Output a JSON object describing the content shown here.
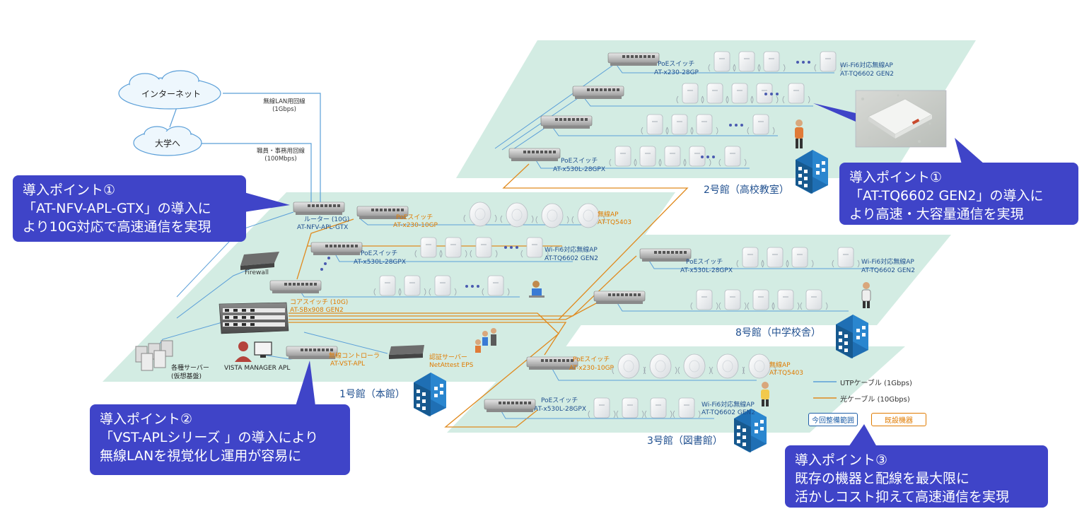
{
  "internet": {
    "label": "インターネット"
  },
  "univ": {
    "label": "大学へ"
  },
  "lines": {
    "wireless_line": "無線LAN用回線",
    "wireless_speed": "(1Gbps)",
    "staff_line": "職員・事務用回線",
    "staff_speed": "(100Mbps)"
  },
  "bldg1": {
    "name": "1号館（本館）",
    "router": {
      "title": "ルーター (10G)",
      "model": "AT-NFV-APL-GTX"
    },
    "poe1": {
      "title": "PoEスイッチ",
      "model": "AT-x230-10GP"
    },
    "ap1": {
      "title": "無線AP",
      "model": "AT-TQ5403"
    },
    "poe2": {
      "title": "PoEスイッチ",
      "model": "AT-x530L-28GPX"
    },
    "ap2": {
      "title": "Wi-Fi6対応無線AP",
      "model": "AT-TQ6602 GEN2"
    },
    "firewall": "Firewall",
    "core": {
      "title": "コアスイッチ (10G)",
      "model": "AT-SBx908 GEN2"
    },
    "controller": {
      "title": "無線コントローラ",
      "model": "AT-VST-APL"
    },
    "auth": {
      "title": "認証サーバー",
      "model": "NetAttest EPS"
    },
    "servers": {
      "title": "各種サーバー",
      "sub": "(仮想基盤)"
    },
    "vista": "VISTA MANAGER APL"
  },
  "bldg2": {
    "name": "2号館（高校教室）",
    "poe1": {
      "title": "PoEスイッチ",
      "model": "AT-x230-28GP"
    },
    "ap": {
      "title": "Wi-Fi6対応無線AP",
      "model": "AT-TQ6602 GEN2"
    },
    "poe2": {
      "title": "PoEスイッチ",
      "model": "AT-x530L-28GPX"
    }
  },
  "bldg8": {
    "name": "8号館（中学校舎）",
    "poe": {
      "title": "PoEスイッチ",
      "model": "AT-x530L-28GPX"
    },
    "ap": {
      "title": "Wi-Fi6対応無線AP",
      "model": "AT-TQ6602 GEN2"
    }
  },
  "bldg3": {
    "name": "3号館（図書館）",
    "poe1": {
      "title": "PoEスイッチ",
      "model": "AT-x230-10GP"
    },
    "ap1": {
      "title": "無線AP",
      "model": "AT-TQ5403"
    },
    "poe2": {
      "title": "PoEスイッチ",
      "model": "AT-x530L-28GPX"
    },
    "ap2": {
      "title": "Wi-Fi6対応無線AP",
      "model": "AT-TQ6602 GEN2"
    }
  },
  "legend": {
    "utp": "UTPケーブル (1Gbps)",
    "fiber": "光ケーブル (10Gbps)",
    "new_scope": "今回整備範囲",
    "existing": "既設機器"
  },
  "callouts": {
    "c1": {
      "l1": "導入ポイント①",
      "l2": "「AT-NFV-APL-GTX」の導入に",
      "l3": "より10G対応で高速通信を実現"
    },
    "c2": {
      "l1": "導入ポイント②",
      "l2": "「VST-APLシリーズ 」の導入により",
      "l3": "無線LANを視覚化し運用が容易に"
    },
    "c3": {
      "l1": "導入ポイント①",
      "l2": "「AT-TQ6602 GEN2」の導入に",
      "l3": "より高速・大容量通信を実現"
    },
    "c4": {
      "l1": "導入ポイント③",
      "l2": "既存の機器と配線を最大限に",
      "l3": "活かしコスト抑えて高速通信を実現"
    }
  },
  "colors": {
    "floor": "#d3ece3",
    "utp": "#5b9fd8",
    "fiber": "#e08a1e",
    "callout": "#3f44c8",
    "building": "#1f6fb4",
    "label_blue": "#1f4f8f",
    "label_orange": "#e07b00"
  }
}
